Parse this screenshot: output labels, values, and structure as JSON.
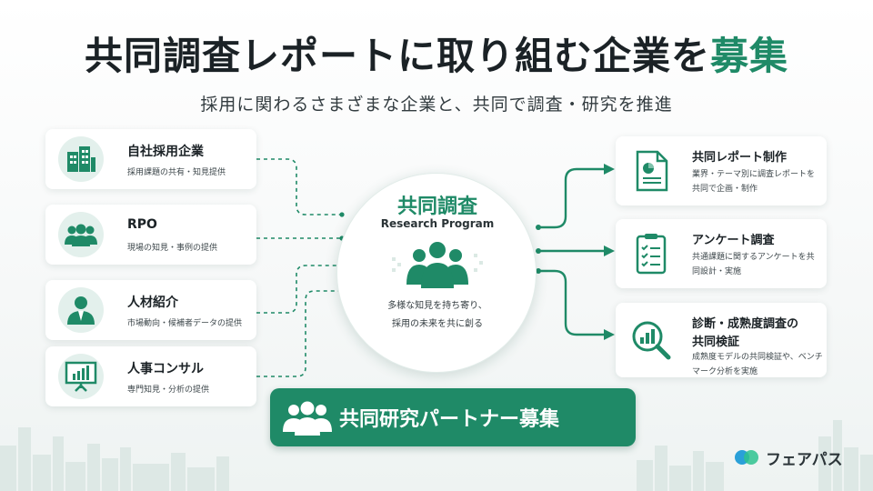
{
  "title": {
    "main": "共同調査レポートに取り組む企業を",
    "accent": "募集"
  },
  "subtitle": "採用に関わるさまざまな企業と、共同で調査・研究を推進",
  "participants": [
    {
      "label": "自社採用企業",
      "desc": "採用課題の共有・知見提供",
      "icon": "office-building-icon"
    },
    {
      "label": "RPO",
      "desc": "現場の知見・事例の提供",
      "icon": "team-icon"
    },
    {
      "label": "人材紹介",
      "desc": "市場動向・候補者データの提供",
      "icon": "business-person-icon"
    },
    {
      "label": "人事コンサル",
      "desc": "専門知見・分析の提供",
      "icon": "presentation-board-icon"
    }
  ],
  "hub": {
    "title": "共同調査",
    "subtitle": "Research Program",
    "caption_line1": "多様な知見を持ち寄り、",
    "caption_line2": "採用の未来を共に創る",
    "icon": "group-icon"
  },
  "outputs": [
    {
      "label": "共同レポート制作",
      "desc": "業界・テーマ別に調査レポートを共同で企画・制作",
      "icon": "report-document-icon"
    },
    {
      "label": "アンケート調査",
      "desc": "共通課題に関するアンケートを共同設計・実施",
      "icon": "clipboard-checklist-icon"
    },
    {
      "label_line1": "診断・成熟度調査の",
      "label_line2": "共同検証",
      "desc": "成熟度モデルの共同検証や、ベンチマーク分析を実施",
      "icon": "magnifier-chart-icon"
    }
  ],
  "banner": {
    "label": "共同研究パートナー募集",
    "icon": "people-icon"
  },
  "logo": {
    "text": "フェアパス",
    "icon": "logo-mark-icon"
  },
  "colors": {
    "accent": "#1f8a67",
    "accent_light": "#e3f0ec",
    "text": "#1b2226"
  }
}
